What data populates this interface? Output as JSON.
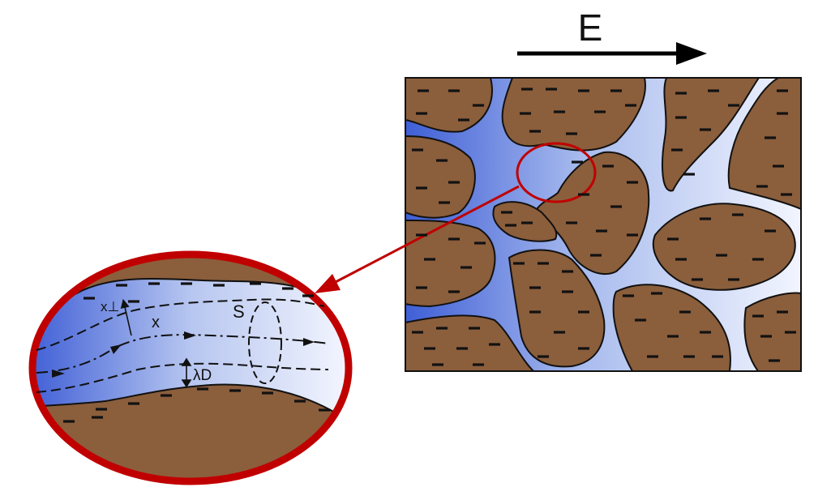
{
  "field": {
    "label": "E"
  },
  "zoom": {
    "x_label": "x",
    "x_perp_label": "x⊥",
    "s_label": "S",
    "lambda_label": "λD"
  },
  "colors": {
    "soil": "#8B5E3C",
    "channel_dark": "#3F5FD6",
    "channel_light": "#F2F5FF",
    "outline_red": "#C00000",
    "ink": "#111111"
  },
  "charge_glyph": "−"
}
